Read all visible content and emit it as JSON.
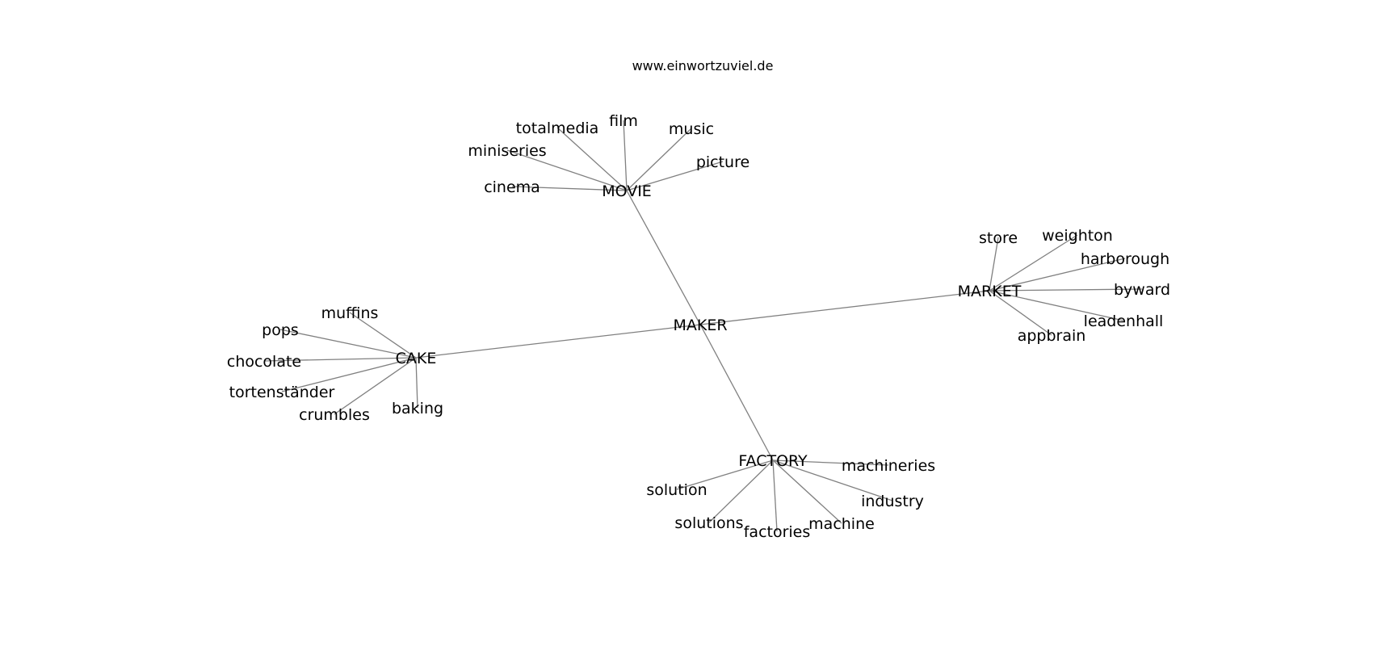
{
  "site": "www.einwortzuviel.de",
  "nodes": [
    {
      "id": "maker",
      "label": "MAKER"
    },
    {
      "id": "movie",
      "label": "MOVIE"
    },
    {
      "id": "market",
      "label": "MARKET"
    },
    {
      "id": "cake",
      "label": "CAKE"
    },
    {
      "id": "factory",
      "label": "FACTORY"
    },
    {
      "id": "totalmedia",
      "label": "totalmedia"
    },
    {
      "id": "film",
      "label": "film"
    },
    {
      "id": "music",
      "label": "music"
    },
    {
      "id": "miniseries",
      "label": "miniseries"
    },
    {
      "id": "picture",
      "label": "picture"
    },
    {
      "id": "cinema",
      "label": "cinema"
    },
    {
      "id": "store",
      "label": "store"
    },
    {
      "id": "weighton",
      "label": "weighton"
    },
    {
      "id": "harborough",
      "label": "harborough"
    },
    {
      "id": "byward",
      "label": "byward"
    },
    {
      "id": "leadenhall",
      "label": "leadenhall"
    },
    {
      "id": "appbrain",
      "label": "appbrain"
    },
    {
      "id": "muffins",
      "label": "muffins"
    },
    {
      "id": "pops",
      "label": "pops"
    },
    {
      "id": "chocolate",
      "label": "chocolate"
    },
    {
      "id": "tortenstaender",
      "label": "tortenständer"
    },
    {
      "id": "crumbles",
      "label": "crumbles"
    },
    {
      "id": "baking",
      "label": "baking"
    },
    {
      "id": "machineries",
      "label": "machineries"
    },
    {
      "id": "solution",
      "label": "solution"
    },
    {
      "id": "industry",
      "label": "industry"
    },
    {
      "id": "solutions",
      "label": "solutions"
    },
    {
      "id": "factories",
      "label": "factories"
    },
    {
      "id": "machine",
      "label": "machine"
    }
  ],
  "edges": [
    [
      "maker",
      "movie"
    ],
    [
      "maker",
      "market"
    ],
    [
      "maker",
      "cake"
    ],
    [
      "maker",
      "factory"
    ],
    [
      "movie",
      "totalmedia"
    ],
    [
      "movie",
      "film"
    ],
    [
      "movie",
      "music"
    ],
    [
      "movie",
      "miniseries"
    ],
    [
      "movie",
      "picture"
    ],
    [
      "movie",
      "cinema"
    ],
    [
      "market",
      "store"
    ],
    [
      "market",
      "weighton"
    ],
    [
      "market",
      "harborough"
    ],
    [
      "market",
      "byward"
    ],
    [
      "market",
      "leadenhall"
    ],
    [
      "market",
      "appbrain"
    ],
    [
      "cake",
      "muffins"
    ],
    [
      "cake",
      "pops"
    ],
    [
      "cake",
      "chocolate"
    ],
    [
      "cake",
      "tortenstaender"
    ],
    [
      "cake",
      "crumbles"
    ],
    [
      "cake",
      "baking"
    ],
    [
      "factory",
      "machineries"
    ],
    [
      "factory",
      "solution"
    ],
    [
      "factory",
      "industry"
    ],
    [
      "factory",
      "solutions"
    ],
    [
      "factory",
      "factories"
    ],
    [
      "factory",
      "machine"
    ]
  ]
}
